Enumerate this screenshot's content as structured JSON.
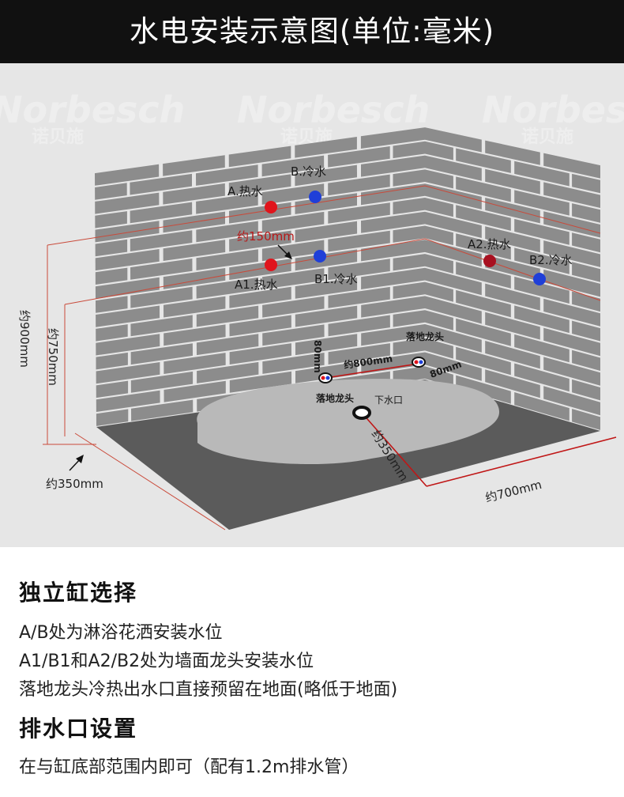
{
  "title": "水电安装示意图(单位:毫米)",
  "watermark": {
    "brand": "Norbesch",
    "cn": "诺贝施"
  },
  "diagram": {
    "labels": {
      "a_hot": "A.热水",
      "b_cold": "B.冷水",
      "a1_hot": "A1.热水",
      "b1_cold": "B1.冷水",
      "a2_hot": "A2.热水",
      "b2_cold": "B2.冷水",
      "floor_faucet_1": "落地龙头",
      "floor_faucet_2": "落地龙头",
      "drain": "下水口"
    },
    "dimensions": {
      "spacing_150": "约150mm",
      "height_900": "约900mm",
      "height_750": "约750mm",
      "depth_350_left": "约350mm",
      "faucet_gap_800": "约800mm",
      "faucet_80_left": "80mm",
      "faucet_80_right": "80mm",
      "drain_350": "约350mm",
      "drain_700": "约700mm"
    },
    "colors": {
      "hot": "#e0141c",
      "hot_dark": "#a81020",
      "cold": "#1f3fd8",
      "dim_line": "#b81818",
      "tile": "#8c8c8c",
      "floor": "#5a5a5a",
      "tub": "#b8b8b8"
    }
  },
  "sections": [
    {
      "heading": "独立缸选择",
      "lines": [
        "A/B处为淋浴花洒安装水位",
        "A1/B1和A2/B2处为墙面龙头安装水位",
        "落地龙头冷热出水口直接预留在地面(略低于地面)"
      ]
    },
    {
      "heading": "排水口设置",
      "lines": [
        "在与缸底部范围内即可（配有1.2m排水管）"
      ]
    }
  ]
}
